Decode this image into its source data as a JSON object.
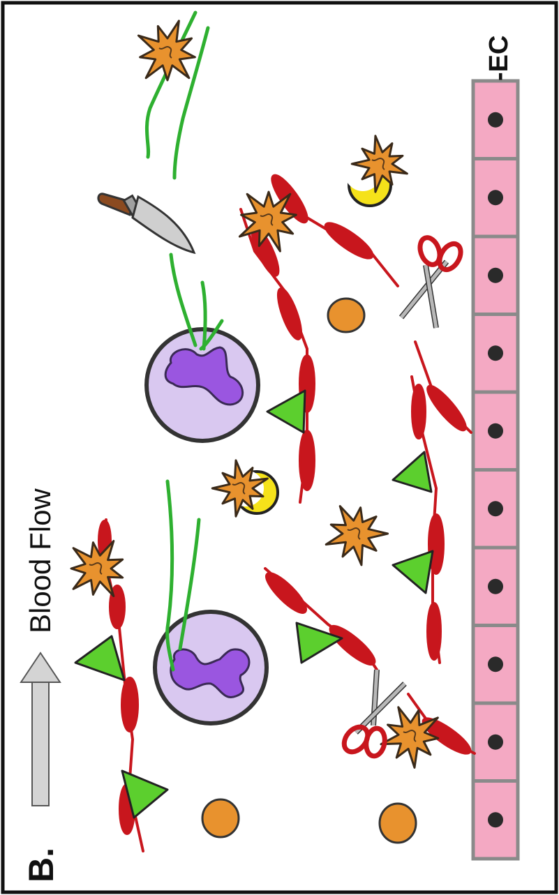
{
  "panel_label": "B.",
  "flow_label": "Blood Flow",
  "ec_label": "-EC",
  "colors": {
    "fibrin": "#c8161d",
    "platelet": "#e8922e",
    "platelet_outline": "#5a3a1a",
    "neutrophil_body": "#d9c8f0",
    "neutrophil_nucleus": "#9a56e0",
    "net": "#2eb030",
    "triangle": "#5ccf2e",
    "ec_cell": "#f4a9c3",
    "ec_border": "#8a8a8a",
    "crescent": "#f5e21a",
    "arrow": "#d0d0d0"
  },
  "icons": [
    "knife-icon",
    "scissors-icon",
    "platelet-icon",
    "neutrophil-icon",
    "triangle-icon",
    "crescent-icon",
    "arrow-icon"
  ]
}
